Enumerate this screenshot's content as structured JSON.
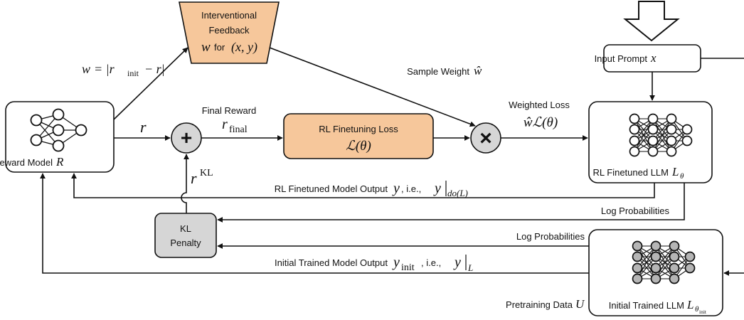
{
  "colors": {
    "orange_fill": "#f6c79b",
    "gray_fill": "#d6d6d6",
    "gray_node": "#b5b5b5",
    "stroke": "#111111"
  },
  "nodes": {
    "reward_model": {
      "label": "Reward Model",
      "var": "R"
    },
    "interventional_feedback": {
      "line1": "Interventional",
      "line2": "Feedback",
      "math_w": "w",
      "for_text": "for",
      "pair": "(x, y)"
    },
    "rl_finetuning_loss": {
      "line1": "RL Finetuning Loss",
      "math": "ℒ(θ)"
    },
    "input_prompt": {
      "label": "Input Prompt",
      "var": "x"
    },
    "rl_finetuned_llm": {
      "label": "RL Finetuned LLM",
      "var": "L",
      "sub": "θ"
    },
    "initial_trained_llm": {
      "label": "Initial Trained LLM",
      "var": "L",
      "sub": "θ",
      "subsub": "init"
    },
    "kl_penalty": {
      "line1": "KL",
      "line2": "Penalty"
    },
    "sum_symbol": "+",
    "multiply_symbol": "×"
  },
  "edges": {
    "weight_formula": {
      "lhs": "w",
      "eq": "= |r",
      "init": "init",
      "rest": "− r|"
    },
    "r_label": "r",
    "final_reward": {
      "text": "Final Reward",
      "var": "r",
      "sub": "final"
    },
    "sample_weight": {
      "text": "Sample Weight",
      "var": "ŵ"
    },
    "weighted_loss": {
      "text": "Weighted Loss",
      "math": "ŵℒ(θ)"
    },
    "r_kl": {
      "var": "r",
      "sup": "KL"
    },
    "rl_finetuned_output": {
      "text": "RL Finetuned Model Output",
      "var": "y",
      "mid": ", i.e.,",
      "var2": "y",
      "cond": "do(L)"
    },
    "log_prob_1": "Log Probabilities",
    "log_prob_2": "Log Probabilities",
    "initial_output": {
      "text": "Initial Trained Model Output",
      "var": "y",
      "sub": "init",
      "mid": ", i.e.,",
      "var2": "y",
      "cond": "L"
    },
    "pretraining_data": {
      "text": "Pretraining Data",
      "var": "U"
    }
  }
}
